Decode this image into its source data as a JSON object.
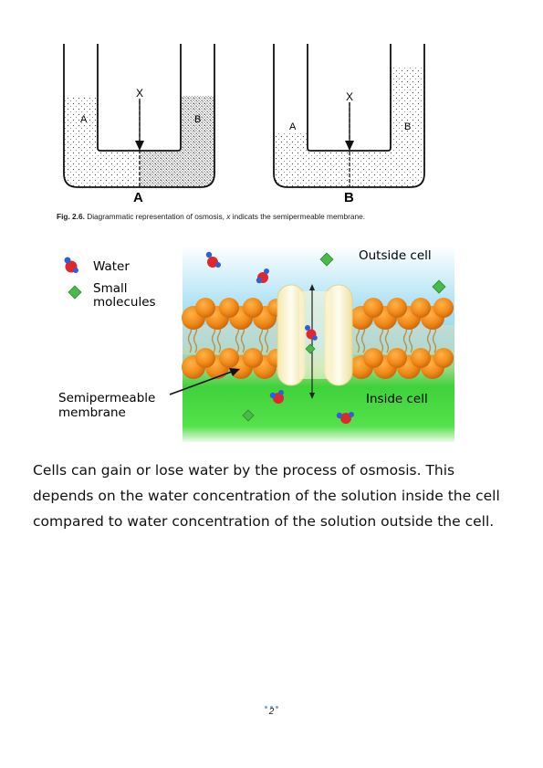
{
  "figure1": {
    "tube_left_letter": "A",
    "tube_right_letter": "B",
    "membrane_label": "X",
    "panel_a_label": "A",
    "panel_b_label": "B",
    "caption_prefix": "Fig. 2.6.",
    "caption_text": " Diagrammatic representation of osmosis, ",
    "caption_x": "x",
    "caption_suffix": " indicats the semipermeable membrane."
  },
  "figure2": {
    "legend_water": "Water",
    "legend_small_line1": "Small",
    "legend_small_line2": "molecules",
    "outside_label": "Outside cell",
    "inside_label": "Inside cell",
    "membrane_line1": "Semipermeable",
    "membrane_line2": "membrane"
  },
  "body": {
    "paragraph": "Cells can gain or lose water by the process of osmosis. This depends on the water concentration of the solution inside the cell compared to water concentration of the solution outside the cell."
  },
  "footer": {
    "page_number": "2"
  }
}
